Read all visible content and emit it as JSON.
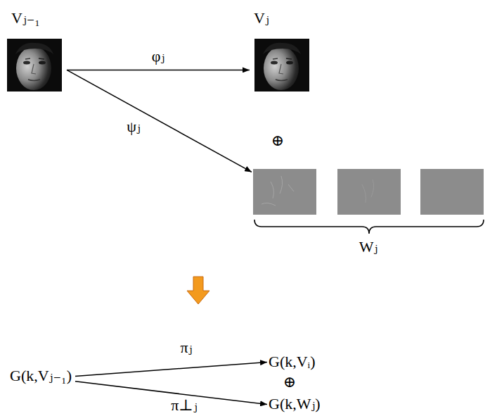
{
  "diagram": {
    "nodes": [
      {
        "text": [
          "Vⱼ₋₁"
        ]
      },
      {
        "text": [
          "Vⱼ"
        ]
      },
      {
        "text": [
          "Wⱼ"
        ]
      },
      {
        "text": [
          "G(k,Vⱼ₋₁)"
        ]
      },
      {
        "text": [
          "G(k,Vᵢ)"
        ]
      },
      {
        "text": [
          "G(k,Wⱼ)"
        ]
      }
    ],
    "edges": [
      {
        "from": 0,
        "to": 1,
        "arrow": "to",
        "label": "φⱼ"
      },
      {
        "from": 0,
        "to": 2,
        "arrow": "to",
        "label": "ψⱼ"
      },
      {
        "from": 3,
        "to": 4,
        "arrow": "to",
        "label": "πⱼ"
      },
      {
        "from": 3,
        "to": 5,
        "arrow": "to",
        "label": "π⊥ⱼ"
      }
    ],
    "labels": [
      "⊕",
      "⊕"
    ]
  }
}
